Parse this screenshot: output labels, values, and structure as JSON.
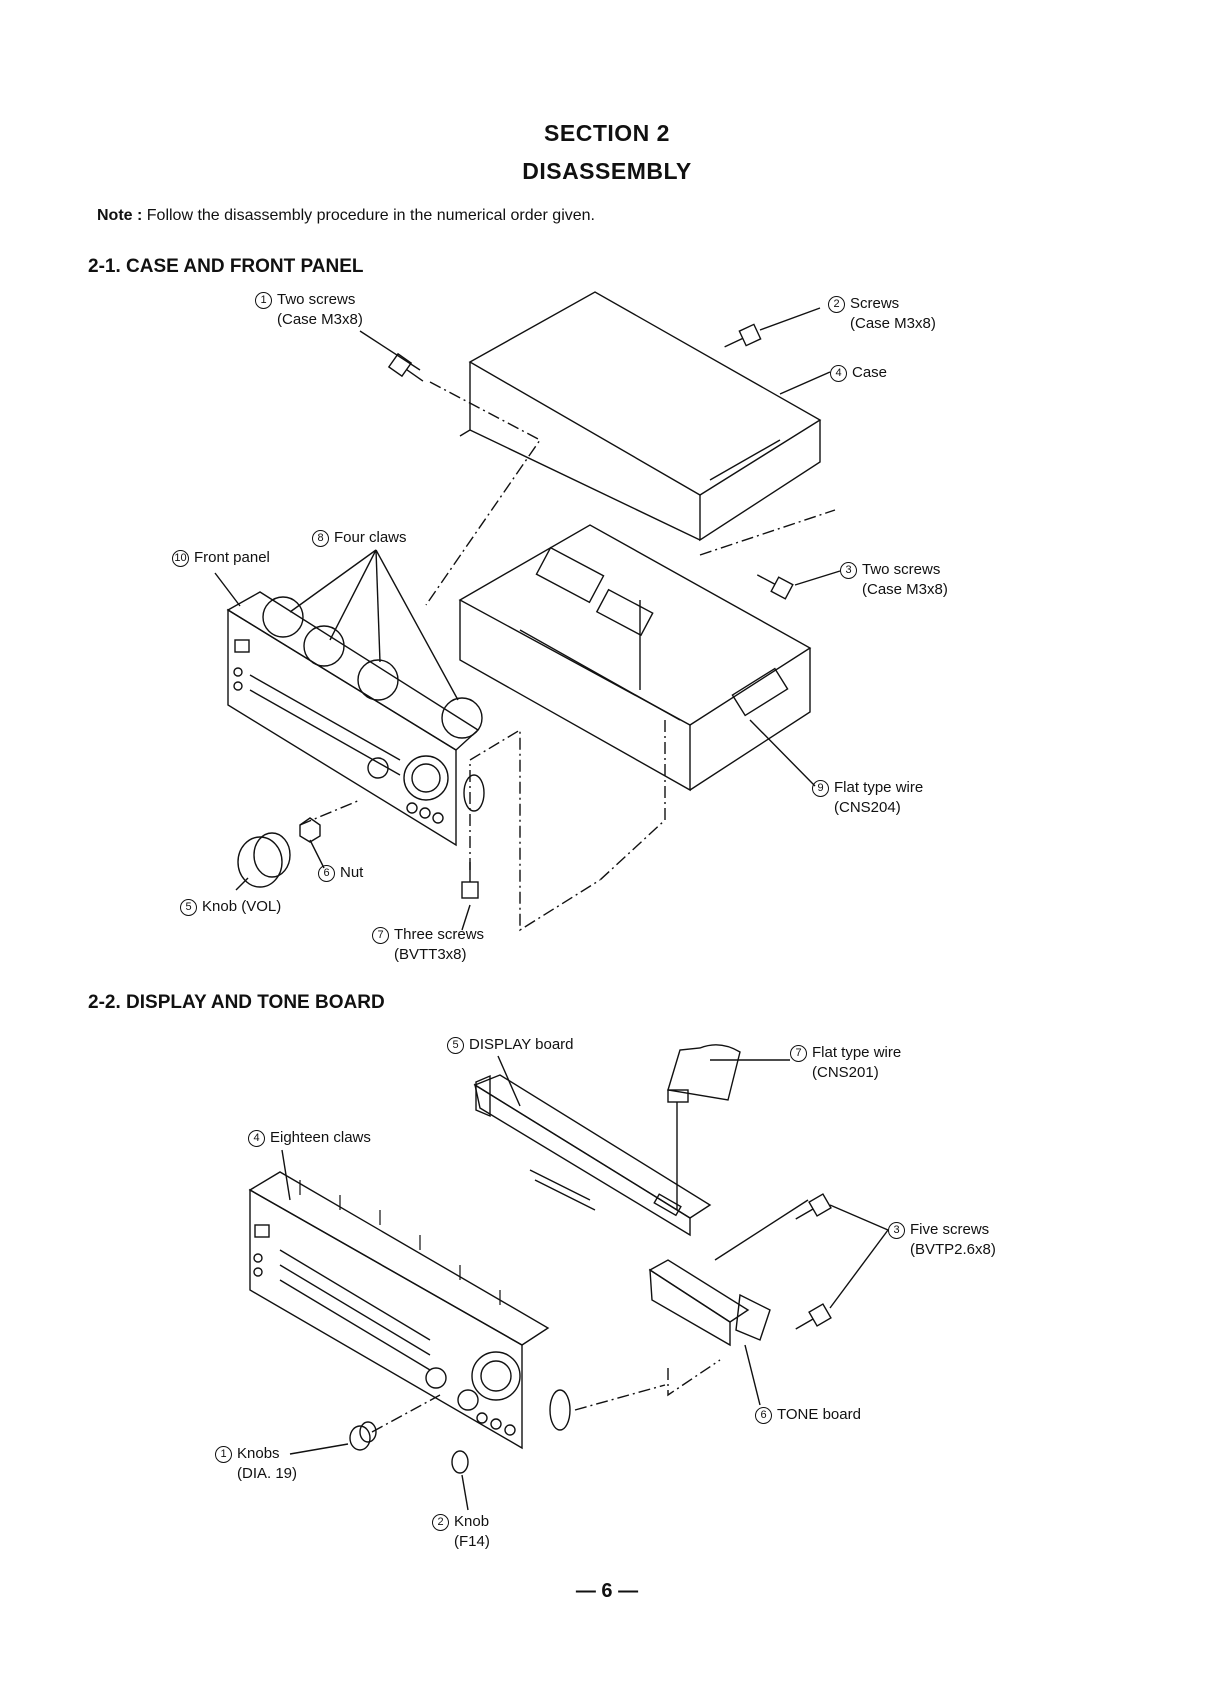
{
  "header": {
    "section": "SECTION  2",
    "title": "DISASSEMBLY"
  },
  "note": {
    "label": "Note :",
    "text": " Follow the disassembly procedure in the numerical order given."
  },
  "section_2_1": {
    "heading": "2-1.  CASE AND FRONT PANEL",
    "labels": [
      {
        "num": "1",
        "text": "Two screws",
        "sub": "(Case M3x8)"
      },
      {
        "num": "2",
        "text": "Screws",
        "sub": "(Case M3x8)"
      },
      {
        "num": "4",
        "text": "Case",
        "sub": ""
      },
      {
        "num": "8",
        "text": "Four claws",
        "sub": ""
      },
      {
        "num": "10",
        "text": "Front  panel",
        "sub": ""
      },
      {
        "num": "3",
        "text": "Two screws",
        "sub": "(Case M3x8)"
      },
      {
        "num": "9",
        "text": "Flat type wire",
        "sub": "(CNS204)"
      },
      {
        "num": "6",
        "text": "Nut",
        "sub": ""
      },
      {
        "num": "5",
        "text": "Knob (VOL)",
        "sub": ""
      },
      {
        "num": "7",
        "text": "Three screws",
        "sub": "(BVTT3x8)"
      }
    ]
  },
  "section_2_2": {
    "heading": "2-2.  DISPLAY AND TONE BOARD",
    "labels": [
      {
        "num": "5",
        "text": "DISPLAY board",
        "sub": ""
      },
      {
        "num": "7",
        "text": "Flat type wire",
        "sub": "(CNS201)"
      },
      {
        "num": "4",
        "text": "Eighteen claws",
        "sub": ""
      },
      {
        "num": "3",
        "text": "Five screws",
        "sub": "(BVTP2.6x8)"
      },
      {
        "num": "6",
        "text": "TONE board",
        "sub": ""
      },
      {
        "num": "1",
        "text": "Knobs",
        "sub": "(DIA. 19)"
      },
      {
        "num": "2",
        "text": "Knob",
        "sub": "(F14)"
      }
    ]
  },
  "footer": {
    "page_number": "— 6 —"
  }
}
